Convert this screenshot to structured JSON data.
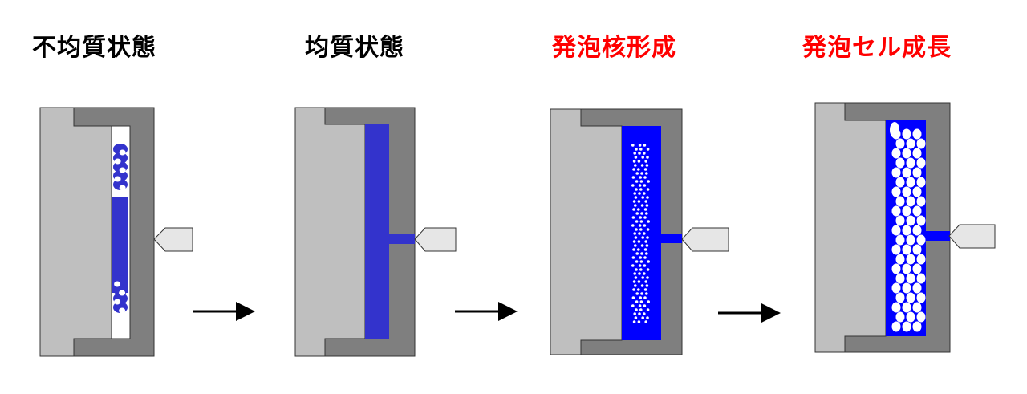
{
  "stages": [
    {
      "title": "不均質状態",
      "title_color": "#000000",
      "state": "heterogeneous"
    },
    {
      "title": "均質状態",
      "title_color": "#000000",
      "state": "homogeneous"
    },
    {
      "title": "発泡核形成",
      "title_color": "#ff0000",
      "state": "nucleation"
    },
    {
      "title": "発泡セル成長",
      "title_color": "#ff0000",
      "state": "cell-growth"
    }
  ],
  "arrow_count": 3,
  "colors": {
    "core_mold": "#bfbfbf",
    "cavity_mold": "#7f7f7f",
    "resin_stage1": "#3333cc",
    "resin_stage2": "#3333cc",
    "resin_foam": "#0000ff",
    "foam_cells": "#ffffff",
    "nozzle": "#e6e6e6",
    "outline": "#333333",
    "arrow": "#000000"
  }
}
